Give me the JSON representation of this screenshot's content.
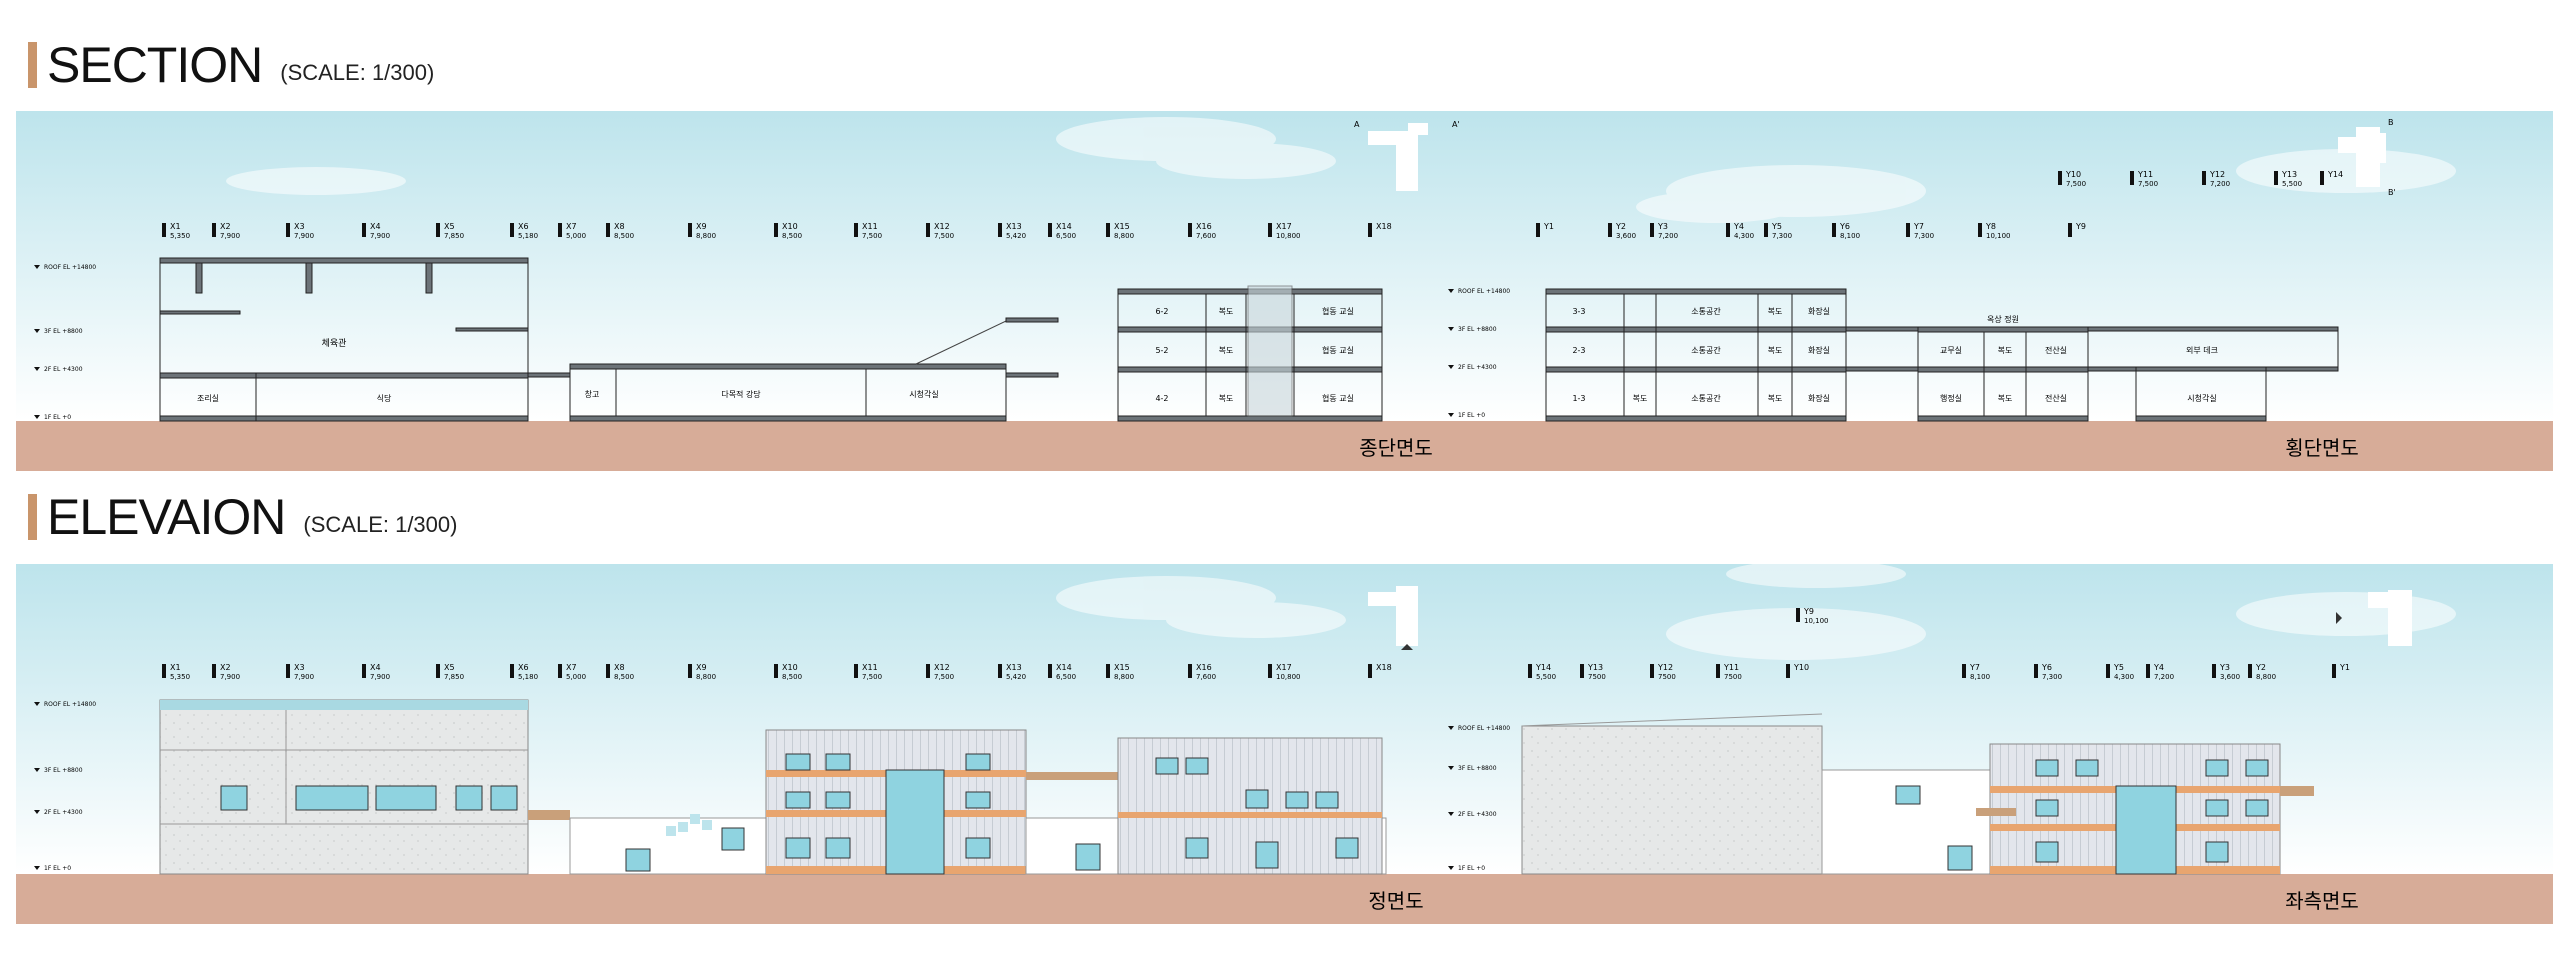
{
  "section": {
    "title": "SECTION",
    "scale": "(SCALE: 1/300)",
    "caption_long": "종단면도",
    "caption_cross": "횡단면도",
    "gridlines_x": [
      {
        "id": "X1",
        "dim": "5,350"
      },
      {
        "id": "X2",
        "dim": "7,900"
      },
      {
        "id": "X3",
        "dim": "7,900"
      },
      {
        "id": "X4",
        "dim": "7,900"
      },
      {
        "id": "X5",
        "dim": "7,850"
      },
      {
        "id": "X6",
        "dim": "5,180"
      },
      {
        "id": "X7",
        "dim": "5,000"
      },
      {
        "id": "X8",
        "dim": "8,500"
      },
      {
        "id": "X9",
        "dim": "8,800"
      },
      {
        "id": "X10",
        "dim": "8,500"
      },
      {
        "id": "X11",
        "dim": "7,500"
      },
      {
        "id": "X12",
        "dim": "7,500"
      },
      {
        "id": "X13",
        "dim": "5,420"
      },
      {
        "id": "X14",
        "dim": "6,500"
      },
      {
        "id": "X15",
        "dim": "8,800"
      },
      {
        "id": "X16",
        "dim": "7,600"
      },
      {
        "id": "X17",
        "dim": "10,800"
      },
      {
        "id": "X18",
        "dim": ""
      }
    ],
    "gridlines_y": [
      {
        "id": "Y1",
        "dim": ""
      },
      {
        "id": "Y2",
        "dim": "3,600"
      },
      {
        "id": "Y3",
        "dim": "7,200"
      },
      {
        "id": "Y4",
        "dim": "4,300"
      },
      {
        "id": "Y5",
        "dim": "7,300"
      },
      {
        "id": "Y6",
        "dim": "8,100"
      },
      {
        "id": "Y7",
        "dim": "7,300"
      },
      {
        "id": "Y8",
        "dim": "10,100"
      },
      {
        "id": "Y9",
        "dim": ""
      }
    ],
    "gridlines_y_top": [
      {
        "id": "Y10",
        "dim": "7,500"
      },
      {
        "id": "Y11",
        "dim": "7,500"
      },
      {
        "id": "Y12",
        "dim": "7,200"
      },
      {
        "id": "Y13",
        "dim": "5,500"
      },
      {
        "id": "Y14",
        "dim": ""
      }
    ],
    "levels": [
      "ROOF EL +14800",
      "3F EL +8800",
      "2F EL +4300",
      "1F EL +0"
    ],
    "key_a": "A",
    "key_a2": "A'",
    "key_b": "B",
    "key_b2": "B'",
    "rooms_a": {
      "gym": "체육관",
      "kitchen": "조리실",
      "cafeteria": "식당",
      "storage": "창고",
      "hall": "다목적 강당",
      "av_room": "시청각실",
      "r62": "6-2",
      "r52": "5-2",
      "r42": "4-2",
      "corridor": "복도",
      "joint_class": "협동 교실"
    },
    "rooms_b": {
      "r33": "3-3",
      "r23": "2-3",
      "r13": "1-3",
      "comm": "소통공간",
      "corridor": "복도",
      "restroom": "화장실",
      "roof_garden": "옥상 정원",
      "staff": "교무실",
      "computer": "전산실",
      "admin": "행정실",
      "deck": "외부 데크",
      "av_room": "시청각실"
    }
  },
  "elevation": {
    "title": "ELEVAION",
    "scale": "(SCALE: 1/300)",
    "caption_front": "정면도",
    "caption_left": "좌측면도",
    "gridlines_x": [
      {
        "id": "X1",
        "dim": "5,350"
      },
      {
        "id": "X2",
        "dim": "7,900"
      },
      {
        "id": "X3",
        "dim": "7,900"
      },
      {
        "id": "X4",
        "dim": "7,900"
      },
      {
        "id": "X5",
        "dim": "7,850"
      },
      {
        "id": "X6",
        "dim": "5,180"
      },
      {
        "id": "X7",
        "dim": "5,000"
      },
      {
        "id": "X8",
        "dim": "8,500"
      },
      {
        "id": "X9",
        "dim": "8,800"
      },
      {
        "id": "X10",
        "dim": "8,500"
      },
      {
        "id": "X11",
        "dim": "7,500"
      },
      {
        "id": "X12",
        "dim": "7,500"
      },
      {
        "id": "X13",
        "dim": "5,420"
      },
      {
        "id": "X14",
        "dim": "6,500"
      },
      {
        "id": "X15",
        "dim": "8,800"
      },
      {
        "id": "X16",
        "dim": "7,600"
      },
      {
        "id": "X17",
        "dim": "10,800"
      },
      {
        "id": "X18",
        "dim": ""
      }
    ],
    "gridlines_y": [
      {
        "id": "Y14",
        "dim": "5,500"
      },
      {
        "id": "Y13",
        "dim": "7500"
      },
      {
        "id": "Y12",
        "dim": "7500"
      },
      {
        "id": "Y11",
        "dim": "7500"
      },
      {
        "id": "Y10",
        "dim": ""
      },
      {
        "id": "Y7",
        "dim": "8,100"
      },
      {
        "id": "Y6",
        "dim": "7,300"
      },
      {
        "id": "Y5",
        "dim": "4,300"
      },
      {
        "id": "Y4",
        "dim": "7,200"
      },
      {
        "id": "Y3",
        "dim": "3,600"
      },
      {
        "id": "Y2",
        "dim": "8,800"
      },
      {
        "id": "Y1",
        "dim": ""
      }
    ],
    "gridline_y9": {
      "id": "Y9",
      "dim": "10,100"
    },
    "levels": [
      "ROOF EL +14800",
      "3F EL +8800",
      "2F EL +4300",
      "1F EL +0"
    ]
  },
  "colors": {
    "sky_top": "#bde4ec",
    "sky_bottom": "#ffffff",
    "ground": "#d7ac98",
    "accent": "#c9956b",
    "slab": "#9aa2a8",
    "orange_band": "#e8a56f",
    "glass": "#8fd3e0"
  }
}
